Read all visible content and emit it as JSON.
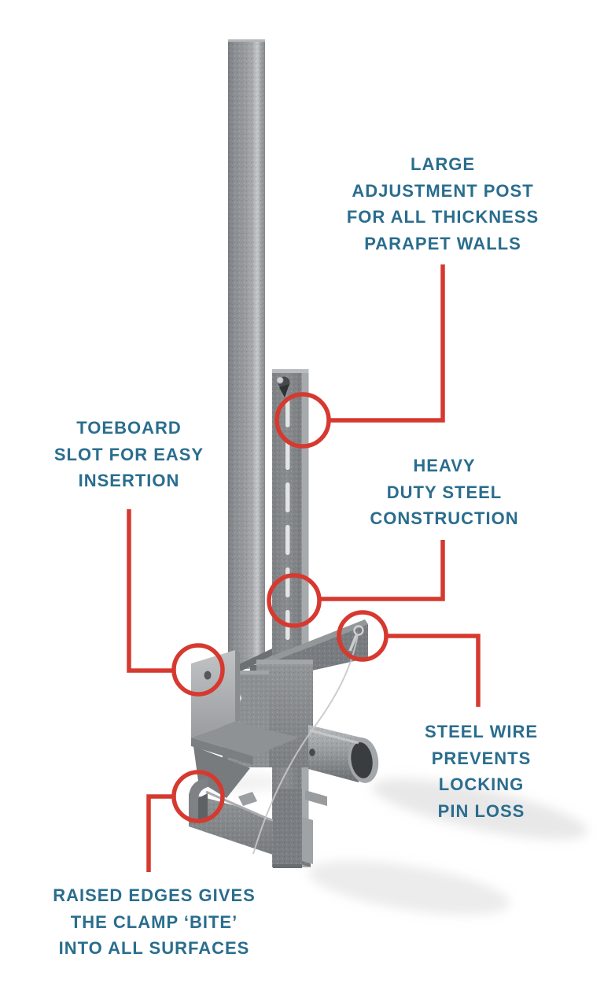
{
  "page": {
    "type": "annotated-product-diagram",
    "subject": "parapet wall clamp guardrail post"
  },
  "colors": {
    "label_teal": "#2A6D8E",
    "annotation_red": "#D6392F",
    "metal_gray": "#8E9194",
    "background": "#FFFFFF"
  },
  "callouts": [
    {
      "id": "large-adjustment-post",
      "lines": [
        "LARGE",
        "ADJUSTMENT POST",
        "FOR ALL THICKNESS",
        "PARAPET WALLS"
      ]
    },
    {
      "id": "toeboard-slot",
      "lines": [
        "TOEBOARD",
        "SLOT FOR EASY",
        "INSERTION"
      ]
    },
    {
      "id": "heavy-duty-steel",
      "lines": [
        "HEAVY",
        "DUTY STEEL",
        "CONSTRUCTION"
      ]
    },
    {
      "id": "steel-wire",
      "lines": [
        "STEEL WIRE",
        "PREVENTS",
        "LOCKING",
        "PIN LOSS"
      ]
    },
    {
      "id": "raised-edges",
      "lines": [
        "RAISED EDGES GIVES",
        "THE CLAMP ‘BITE’",
        "INTO ALL SURFACES"
      ]
    }
  ]
}
